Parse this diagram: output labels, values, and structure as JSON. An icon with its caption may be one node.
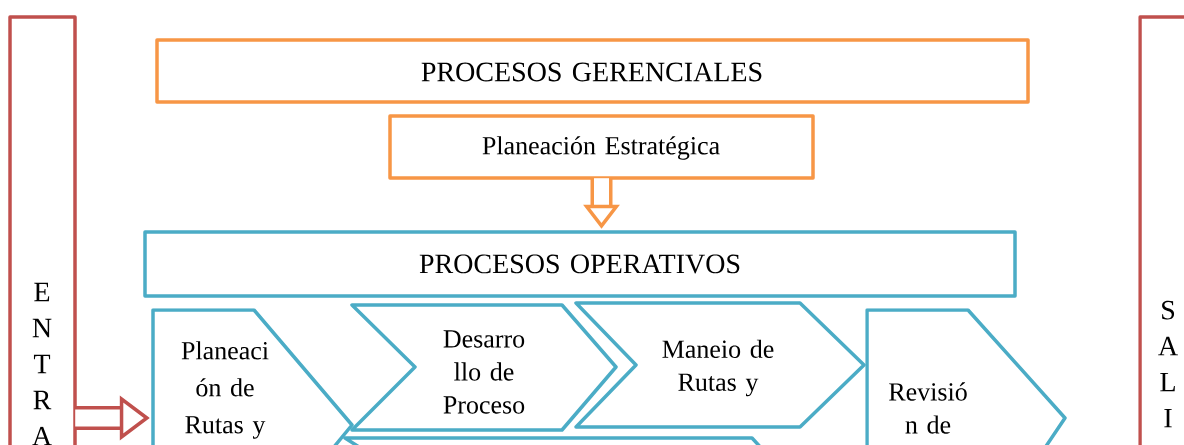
{
  "diagram": {
    "nodes": [
      {
        "text": [
          "E N T R A"
        ]
      },
      {
        "text": [
          "PROCESOS GERENCIALES"
        ]
      },
      {
        "text": [
          "Planeación Estratégica"
        ]
      },
      {
        "text": [
          "PROCESOS OPERATIVOS"
        ]
      },
      {
        "text": [
          "Planeaci ón de Rutas y"
        ]
      },
      {
        "text": [
          "Desarro llo de Proceso"
        ]
      },
      {
        "text": [
          "Maneio de Rutas y"
        ]
      },
      {
        "text": [
          "Revisió n de"
        ]
      },
      {
        "text": [],
        "shape": "box"
      },
      {
        "text": [
          "S A L I"
        ]
      }
    ],
    "edges": [
      {
        "from": 2,
        "to": 3,
        "arrow": "to",
        "color": "#f79646"
      },
      {
        "from": 0,
        "to": 4,
        "arrow": "to",
        "color": "#c0504d"
      }
    ]
  }
}
